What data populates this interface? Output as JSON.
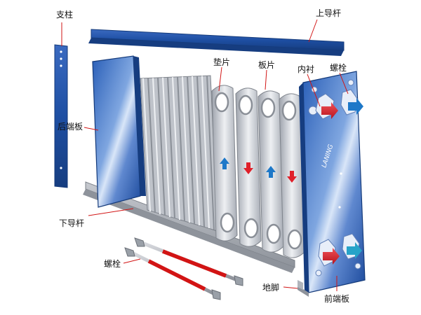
{
  "labels": {
    "column": "支柱",
    "upper_guide_bar": "上导杆",
    "gasket": "垫片",
    "plate": "板片",
    "liner": "内衬",
    "bolt_top": "螺栓",
    "rear_end_plate": "后端板",
    "lower_guide_bar": "下导杆",
    "bolt_bottom": "螺栓",
    "foot": "地脚",
    "front_end_plate": "前端板"
  },
  "logo_text": "LANING",
  "colors": {
    "frame_blue": "#1e4fa3",
    "hot_red": "#e0202a",
    "cold_blue": "#1e78c8",
    "plate_steel": "#c9ccd2",
    "leader_red": "#d21414"
  }
}
